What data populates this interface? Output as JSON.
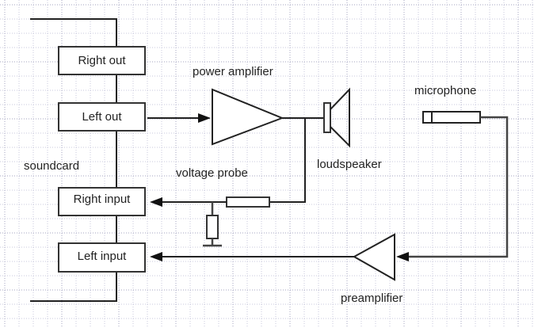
{
  "diagram": {
    "soundcard_label": "soundcard",
    "ports": {
      "right_out": "Right out",
      "left_out": "Left out",
      "right_input": "Right input",
      "left_input": "Left input"
    },
    "components": {
      "power_amplifier": "power amplifier",
      "loudspeaker": "loudspeaker",
      "microphone": "microphone",
      "voltage_probe": "voltage probe",
      "preamplifier": "preamplifier"
    },
    "colors": {
      "background": "#ffffff",
      "line": "#222222",
      "grid": "#c9c9dc"
    }
  }
}
